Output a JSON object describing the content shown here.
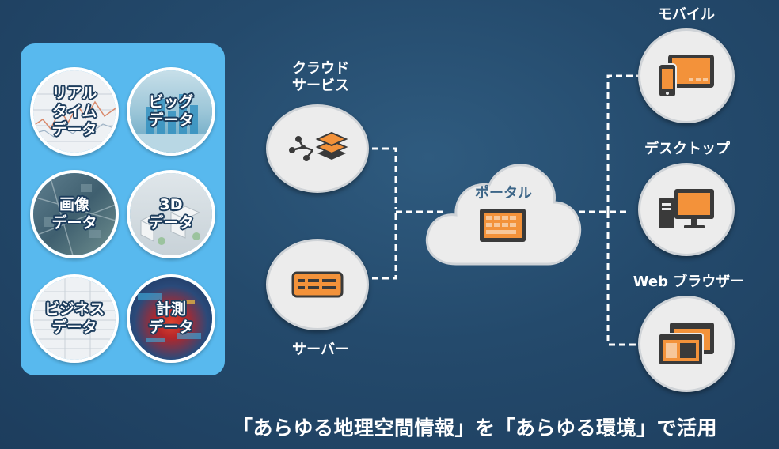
{
  "data_sources": {
    "realtime": {
      "lines": [
        "リアル",
        "タイム",
        "データ"
      ]
    },
    "bigdata": {
      "lines": [
        "ビッグ",
        "データ"
      ]
    },
    "image": {
      "lines": [
        "画像",
        "データ"
      ]
    },
    "threed": {
      "lines": [
        "3D",
        "データ"
      ]
    },
    "business": {
      "lines": [
        "ビジネス",
        "データ"
      ]
    },
    "measurement": {
      "lines": [
        "計測",
        "データ"
      ]
    }
  },
  "services": {
    "cloud": {
      "lines": [
        "クラウド",
        "サービス"
      ]
    },
    "server": {
      "label": "サーバー"
    }
  },
  "portal": {
    "label": "ポータル"
  },
  "devices": {
    "mobile": {
      "label": "モバイル"
    },
    "desktop": {
      "label": "デスクトップ"
    },
    "web": {
      "label": "Web ブラウザー"
    }
  },
  "tagline": "「あらゆる地理空間情報」を「あらゆる環境」で活用",
  "colors": {
    "background": "#244a6c",
    "panel": "#58b9ee",
    "accent_orange": "#f3923a",
    "icon_dark": "#3a3a3a",
    "connector": "#ffffff"
  }
}
